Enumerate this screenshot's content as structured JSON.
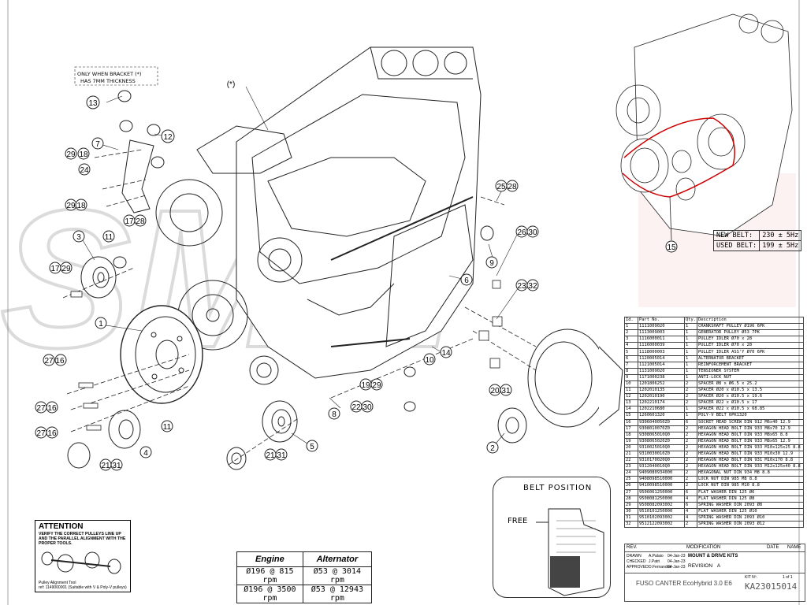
{
  "diagram": {
    "callouts": [
      {
        "id": "c13",
        "label": "13"
      },
      {
        "id": "c7",
        "label": "7"
      },
      {
        "id": "c12",
        "label": "12"
      },
      {
        "id": "c29a",
        "label": "29"
      },
      {
        "id": "c18a",
        "label": "18"
      },
      {
        "id": "c24",
        "label": "24"
      },
      {
        "id": "c29b",
        "label": "29"
      },
      {
        "id": "c18b",
        "label": "18"
      },
      {
        "id": "c1728a",
        "label": "17 28"
      },
      {
        "id": "c3",
        "label": "3"
      },
      {
        "id": "c11a",
        "label": "11"
      },
      {
        "id": "c1729",
        "label": "17 29"
      },
      {
        "id": "c1",
        "label": "1"
      },
      {
        "id": "c2716a",
        "label": "27 16"
      },
      {
        "id": "c2716b",
        "label": "27 16"
      },
      {
        "id": "c2716c",
        "label": "27 16"
      },
      {
        "id": "c11b",
        "label": "11"
      },
      {
        "id": "c4",
        "label": "4"
      },
      {
        "id": "c2131a",
        "label": "21 31"
      },
      {
        "id": "c2131b",
        "label": "21 31"
      },
      {
        "id": "c5",
        "label": "5"
      },
      {
        "id": "c8",
        "label": "8"
      },
      {
        "id": "c2230",
        "label": "22 30"
      },
      {
        "id": "c1929",
        "label": "19 29"
      },
      {
        "id": "c10",
        "label": "10"
      },
      {
        "id": "c14",
        "label": "14"
      },
      {
        "id": "c6",
        "label": "6"
      },
      {
        "id": "c9",
        "label": "9"
      },
      {
        "id": "c2528",
        "label": "25 28"
      },
      {
        "id": "c2630",
        "label": "26 30"
      },
      {
        "id": "c2332",
        "label": "23 32"
      },
      {
        "id": "c2031",
        "label": "20 31"
      },
      {
        "id": "c2",
        "label": "2"
      },
      {
        "id": "cstar",
        "label": "(*)"
      },
      {
        "id": "c15",
        "label": "15"
      }
    ],
    "bracket_note": [
      "ONLY WHEN BRACKET (*)",
      "HAS 7MM THICKNESS"
    ]
  },
  "belt_frequency": {
    "rows": [
      {
        "label": "NEW BELT:",
        "value": "230 ± 5Hz"
      },
      {
        "label": "USED BELT:",
        "value": "199 ± 5Hz"
      }
    ]
  },
  "parts_table": {
    "headers": [
      "Id.",
      "Part No.",
      "Qty.",
      "Description"
    ],
    "rows": [
      [
        "1",
        "1111009020",
        "1",
        "CRANKSHAFT PULLEY Ø196 6PK"
      ],
      [
        "2",
        "1113009003",
        "1",
        "GENERATOR PULLEY Ø53 7PK"
      ],
      [
        "3",
        "1116000011",
        "1",
        "PULLEY IDLER Ø70 x 28"
      ],
      [
        "4",
        "1116000039",
        "1",
        "PULLEY IDLER Ø70 x 28"
      ],
      [
        "5",
        "1118000003",
        "1",
        "PULLEY IDLER ASS'Y Ø70 6PK"
      ],
      [
        "6",
        "1120005014",
        "1",
        "ALTERNATOR BRACKET"
      ],
      [
        "7",
        "1121005014",
        "1",
        "REINFORCEMENT BRACKET"
      ],
      [
        "8",
        "1131009020",
        "1",
        "TENSIONER SYSTEM"
      ],
      [
        "9",
        "1171000238",
        "1",
        "ANTI-LOCK NUT"
      ],
      [
        "10",
        "1201806252",
        "2",
        "SPACER Ø8 x Ø6.5 x 25.2"
      ],
      [
        "11",
        "1202010135",
        "2",
        "SPACER Ø20 x Ø10.5 x 13.5"
      ],
      [
        "12",
        "1202010190",
        "2",
        "SPACER Ø20 x Ø10.5 x 19.6"
      ],
      [
        "13",
        "1202210174",
        "2",
        "SPACER Ø22 x Ø10.5 x 17"
      ],
      [
        "14",
        "1202210680",
        "1",
        "SPACER Ø22 x Ø10.5 x 68.85"
      ],
      [
        "15",
        "1260601320",
        "1",
        "POLY-V BELT 6PK1320"
      ],
      [
        "16",
        "9306040050Z0",
        "6",
        "SOCKET HEAD SCREW DIN 912 M6x40 12.9"
      ],
      [
        "17",
        "9308010070Z0",
        "2",
        "HEXAGON HEAD BOLT DIN 933 M8x70 12.9"
      ],
      [
        "18",
        "9308065010Q0",
        "2",
        "HEXAGON HEAD BOLT DIN 933 M8x65 8.8"
      ],
      [
        "19",
        "9308065020Z0",
        "2",
        "HEXAGON HEAD BOLT DIN 933 M8x65 12.9"
      ],
      [
        "20",
        "9310025010Q0",
        "2",
        "HEXAGON HEAD BOLT DIN 933 M10x125x25 8.8"
      ],
      [
        "21",
        "9310030010Z0",
        "2",
        "HEXAGON HEAD BOLT DIN 933 M10x30 12.9"
      ],
      [
        "22",
        "9310170020Q0",
        "2",
        "HEXAGON HEAD BOLT DIN 931 M10x170 8.8"
      ],
      [
        "23",
        "9312040010Q0",
        "2",
        "HEXAGON HEAD BOLT DIN 933 M12x125x40 8.8"
      ],
      [
        "24",
        "9409080934000",
        "2",
        "HEXAGONAL NUT DIN 934 M8 8.8"
      ],
      [
        "25",
        "9408098510000",
        "2",
        "LOCK NUT DIN 985 M8 8.8"
      ],
      [
        "26",
        "9410098510000",
        "2",
        "LOCK NUT DIN 985 M10 8.8"
      ],
      [
        "27",
        "9506061250000",
        "6",
        "FLAT WASHER DIN 125 Ø6"
      ],
      [
        "28",
        "9508081250000",
        "4",
        "FLAT WASHER DIN 125 Ø8"
      ],
      [
        "29",
        "9508082093002",
        "6",
        "SPRING WASHER DIN 2093 Ø8"
      ],
      [
        "30",
        "9510101250000",
        "4",
        "FLAT WASHER DIN 125 Ø10"
      ],
      [
        "31",
        "9510102093002",
        "4",
        "SPRING WASHER DIN 2093 Ø10"
      ],
      [
        "32",
        "9512122093002",
        "2",
        "SPRING WASHER DIN 2093 Ø12"
      ]
    ]
  },
  "title_block": {
    "rev": "REV.",
    "modification": "MODIFICATION",
    "date": "DATE",
    "name": "NAME",
    "drawn": "DRAWN",
    "checked": "CHECKED",
    "approved": "APPROVED",
    "drawn_by": "A.Palaio",
    "checked_by": "J.Patri",
    "approved_by": "D.Fernandez",
    "drawn_date": "04-Jan-23",
    "checked_date": "04-Jan-23",
    "approved_date": "04-Jan-23",
    "category": "MOUNT & DRIVE KITS",
    "revision_label": "REVISION",
    "revision": "A",
    "model": "FUSO CANTER EcoHybrid 3.0 E6",
    "kit_label": "KIT Nº.",
    "kit_no": "KA23015014",
    "sheet": "1 of 1"
  },
  "rpm_table": {
    "headers": [
      "Engine",
      "Alternator"
    ],
    "rows": [
      [
        "Ø196 @ 815 rpm",
        "Ø53 @ 3014 rpm"
      ],
      [
        "Ø196 @ 3500 rpm",
        "Ø53 @ 12943 rpm"
      ]
    ]
  },
  "attention": {
    "title": "ATTENTION",
    "text": "VERIFY THE CORRECT PULLEYS LINE UP AND THE PARALLEL ALIGNMENT WITH THE PROPER TOOLS.",
    "tool_line1": "Pulley Alignment Tool",
    "tool_line2": "ref: 1149000001 (Suitable with V & Poly-V pulleys)"
  },
  "belt_position": {
    "title": "BELT POSITION",
    "free_label": "FREE"
  },
  "watermark": {
    "text": "SMM"
  }
}
